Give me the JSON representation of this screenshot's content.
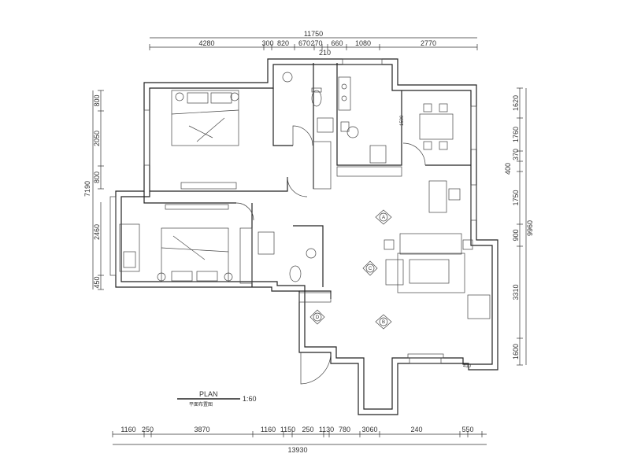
{
  "title": {
    "label": "PLAN",
    "scale": "1:60",
    "subtitle": "平面布置图"
  },
  "dimensions": {
    "top_total": "11750",
    "top": [
      "4280",
      "300",
      "820",
      "670",
      "270",
      "210",
      "660",
      "1080",
      "2770"
    ],
    "bottom_total": "13930",
    "bottom": [
      "1160",
      "250",
      "3870",
      "1160",
      "1150",
      "250",
      "1130",
      "780",
      "3060",
      "240",
      "550"
    ],
    "left_total": "7190",
    "left": [
      "800",
      "2050",
      "800",
      "2460",
      "450"
    ],
    "right_total": "9960",
    "right": [
      "1620",
      "1760",
      "370",
      "400",
      "1750",
      "900",
      "3310",
      "1600"
    ]
  },
  "section_markers": [
    "A",
    "B",
    "C",
    "D"
  ],
  "notes": [
    "1500",
    "410"
  ]
}
